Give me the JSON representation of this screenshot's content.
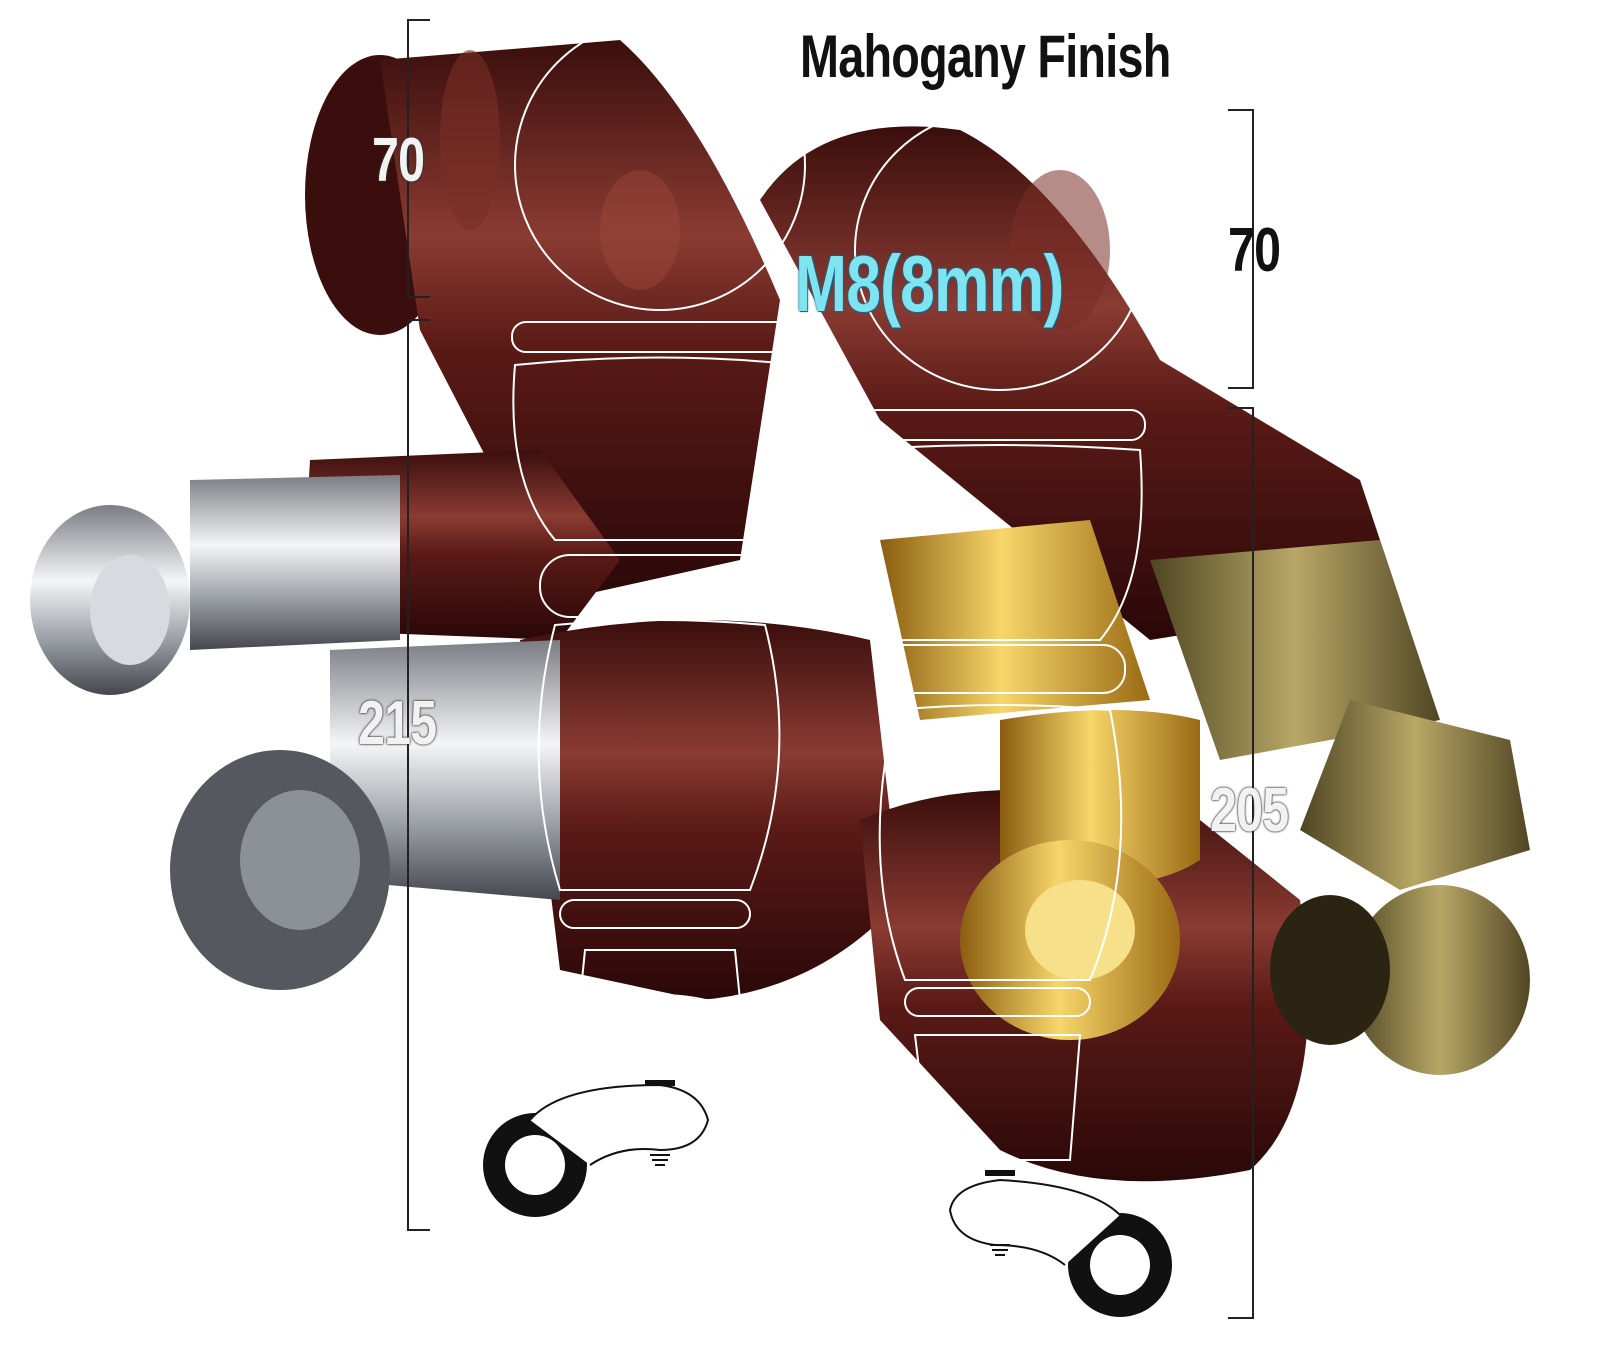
{
  "title": "Mahogany Finish",
  "thread_size": "M8(8mm)",
  "dimensions": {
    "left_top": "70",
    "left_height": "215",
    "right_top": "70",
    "right_height": "205"
  },
  "colors": {
    "mahogany": "#5a1a16",
    "mahogany_highlight": "#8a3b32",
    "chrome": "#c9ccd2",
    "brass": "#d8a630",
    "antique_brass": "#8a7a3a",
    "thread_label": "#7fe3f0"
  }
}
